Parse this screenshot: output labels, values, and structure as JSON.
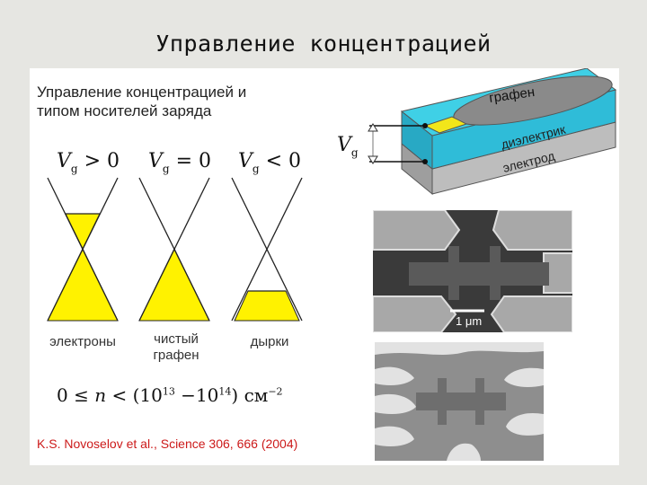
{
  "title": "Управление концентрацией",
  "heading": {
    "line1": "Управление концентрацией и",
    "line2": "типом носителей заряда"
  },
  "cones": [
    {
      "condition": "V_g > 0",
      "label_lines": [
        "электроны"
      ]
    },
    {
      "condition": "V_g = 0",
      "label_lines": [
        "чистый",
        "графен"
      ]
    },
    {
      "condition": "V_g < 0",
      "label_lines": [
        "дырки"
      ]
    }
  ],
  "device": {
    "graphene": "графен",
    "dielectric": "диэлектрик",
    "electrode": "электрод",
    "voltage": "V",
    "voltage_sub": "g",
    "colors": {
      "dielectric": "#3fd0e6",
      "electrode": "#cfcfcf",
      "graphene": "#8a8a8a",
      "contact": "#f2e61a"
    }
  },
  "formula": {
    "lhs": "0 ≤ ",
    "var": "n",
    "mid": " < (10",
    "exp1": "13",
    "dash": " −10",
    "exp2": "14",
    "unit": ") см",
    "exp3": "−2"
  },
  "micrograph": {
    "scale_label": "1 μm"
  },
  "citation": "K.S. Novoselov et al., Science 306, 666 (2004)",
  "colors": {
    "fill": "#fff200",
    "citation": "#cc1a1a"
  }
}
